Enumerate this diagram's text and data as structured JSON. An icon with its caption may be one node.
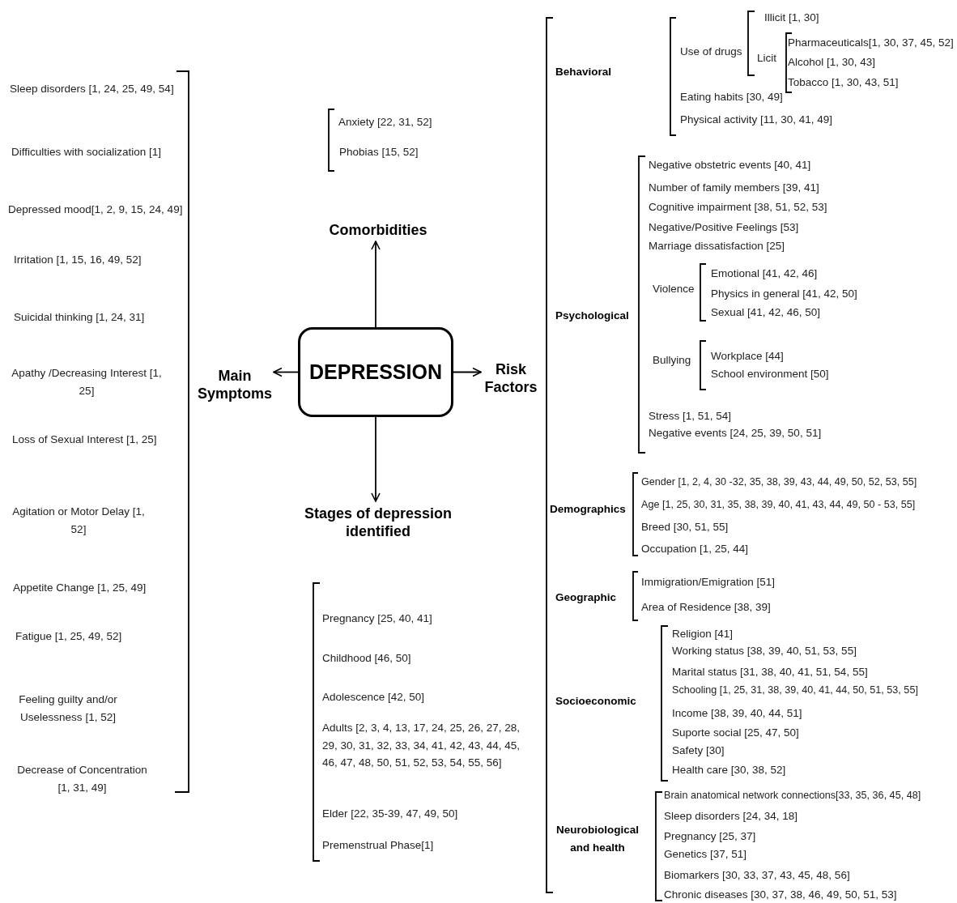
{
  "diagram": {
    "nodes": [
      {
        "text": [
          "DEPRESSION"
        ]
      },
      {
        "text": [
          "Comorbidities"
        ]
      },
      {
        "text": [
          "Main Symptoms"
        ]
      },
      {
        "text": [
          "Risk Factors"
        ]
      },
      {
        "text": [
          "Stages of depression identified"
        ]
      }
    ],
    "edges": [
      {
        "from": 0,
        "to": 1,
        "arrow": "to"
      },
      {
        "from": 0,
        "to": 2,
        "arrow": "to"
      },
      {
        "from": 0,
        "to": 3,
        "arrow": "to"
      },
      {
        "from": 0,
        "to": 4,
        "arrow": "to"
      }
    ],
    "labels": [
      "Sleep disorders [1, 24, 25, 49, 54]",
      "Difficulties with socialization [1]",
      "Depressed mood[1, 2, 9, 15, 24, 49]",
      "Irritation [1, 15, 16, 49, 52]",
      "Suicidal thinking [1, 24, 31]",
      "Apathy /Decreasing Interest [1, 25]",
      "Loss of Sexual Interest [1, 25]",
      "Agitation or Motor Delay [1, 52]",
      "Appetite Change [1, 25, 49]",
      "Fatigue [1, 25, 49, 52]",
      "Feeling guilty and/or Uselessness [1, 52]",
      "Decrease of Concentration [1, 31, 49]",
      "Anxiety [22, 31, 52]",
      "Phobias [15, 52]",
      "Pregnancy [25, 40, 41]",
      "Childhood [46, 50]",
      "Adolescence [42, 50]",
      "Adults [2, 3, 4, 13, 17, 24, 25, 26, 27, 28, 29, 30, 31, 32, 33, 34, 41, 42, 43, 44, 45, 46, 47, 48, 50, 51, 52, 53, 54, 55, 56]",
      "Elder [22, 35-39, 47, 49, 50]",
      "Premenstrual Phase[1]",
      "Behavioral",
      "Use of drugs",
      "Illicit [1, 30]",
      "Licit",
      "Pharmaceuticals[1, 30, 37, 45, 52]",
      "Alcohol [1, 30, 43]",
      "Tobacco [1, 30, 43, 51]",
      "Eating habits [30, 49]",
      "Physical activity [11, 30, 41, 49]",
      "Psychological",
      "Negative obstetric events [40, 41]",
      "Number of family members [39, 41]",
      "Cognitive impairment [38, 51, 52, 53]",
      "Negative/Positive Feelings [53]",
      "Marriage dissatisfaction [25]",
      "Violence",
      "Emotional [41, 42, 46]",
      "Physics in general [41, 42, 50]",
      "Sexual [41, 42, 46, 50]",
      "Bullying",
      "Workplace [44]",
      "School environment [50]",
      "Stress [1, 51, 54]",
      "Negative events [24, 25, 39, 50, 51]",
      "Demographics",
      "Gender [1, 2, 4, 30 -32, 35, 38, 39, 43, 44, 49, 50, 52, 53, 55]",
      "Age [1, 25, 30, 31, 35, 38, 39, 40, 41, 43, 44, 49, 50 - 53, 55]",
      "Breed [30, 51, 55]",
      "Occupation [1, 25, 44]",
      "Geographic",
      "Immigration/Emigration [51]",
      "Area of Residence [38, 39]",
      "Socioeconomic",
      "Religion [41]",
      "Working status [38, 39, 40, 51, 53, 55]",
      "Marital status [31, 38, 40, 41, 51, 54, 55]",
      "Schooling [1, 25, 31, 38, 39, 40, 41, 44, 50, 51, 53, 55]",
      "Income [38, 39, 40, 44, 51]",
      "Suporte social [25, 47, 50]",
      "Safety [30]",
      "Health care [30, 38, 52]",
      "Neurobiological and health",
      "Brain anatomical network connections[33, 35, 36, 45, 48]",
      "Sleep disorders [24, 34, 18]",
      "Pregnancy [25, 37]",
      "Genetics [37, 51]",
      "Biomarkers [30, 33, 37, 43, 45, 48, 56]",
      "Chronic diseases [30, 37, 38, 46, 49, 50, 51, 53]"
    ]
  }
}
